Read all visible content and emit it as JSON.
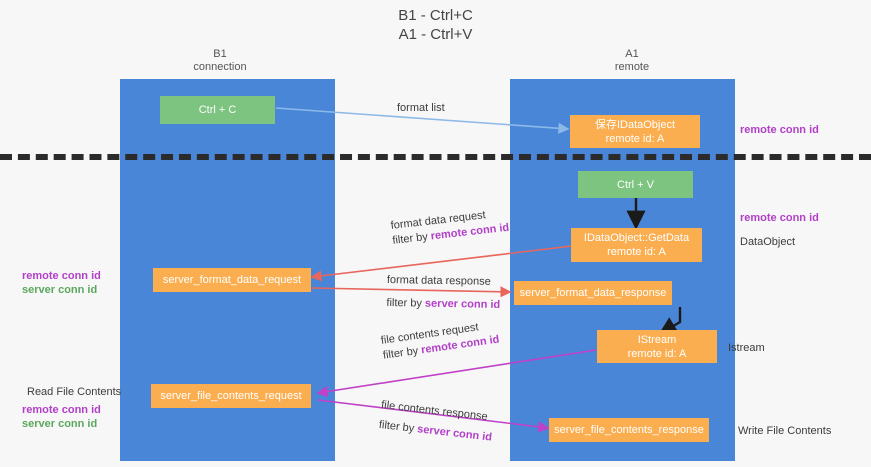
{
  "title": {
    "line1": "B1 - Ctrl+C",
    "line2": "A1 - Ctrl+V"
  },
  "columns": [
    {
      "name": "B1",
      "sub": "connection"
    },
    {
      "name": "A1",
      "sub": "remote"
    }
  ],
  "colors": {
    "lane": "#4a86d8",
    "green_box": "#7cc47f",
    "orange_box": "#fbae50",
    "divider": "#2b2b2b",
    "purple_text": "#b23fc8",
    "green_text": "#5aa85e",
    "arrow_blue": "#8cb9e8",
    "arrow_red": "#e8665c",
    "arrow_magenta": "#c040c8",
    "arrow_black": "#1a1a1a"
  },
  "nodes": {
    "ctrl_c": {
      "label": "Ctrl + C"
    },
    "ctrl_v": {
      "label": "Ctrl + V"
    },
    "save_dataobject": {
      "line1": "保存IDataObject",
      "line2": "remote id: A"
    },
    "getdata": {
      "line1": "IDataObject::GetData",
      "line2": "remote id: A"
    },
    "istream": {
      "line1": "IStream",
      "line2": "remote id: A"
    },
    "server_format_data_request": {
      "label": "server_format_data_request"
    },
    "server_format_data_response": {
      "label": "server_format_data_response"
    },
    "server_file_contents_request": {
      "label": "server_file_contents_request"
    },
    "server_file_contents_response": {
      "label": "server_file_contents_response"
    }
  },
  "edge_labels": {
    "format_list": "format list",
    "format_data_request": "format data request",
    "format_data_request_filter_prefix": "filter by ",
    "format_data_request_filter_key": "remote conn id",
    "format_data_response": "format data response",
    "format_data_response_filter_prefix": "filter by ",
    "format_data_response_filter_key": "server conn id",
    "file_contents_request": "file contents request",
    "file_contents_request_filter_prefix": "filter by ",
    "file_contents_request_filter_key": "remote conn id",
    "file_contents_response": "file contents response",
    "file_contents_response_filter_prefix": "filter by ",
    "file_contents_response_filter_key": "server conn id"
  },
  "annotations": {
    "right_top": "remote conn id",
    "right_mid_key": "remote conn id",
    "right_mid_label": "DataObject",
    "right_istream": "Istream",
    "right_write_file": "Write File Contents",
    "left_mid_key1": "remote conn id",
    "left_mid_key2": "server conn id",
    "left_read_file": "Read File Contents",
    "left_low_key1": "remote conn id",
    "left_low_key2": "server conn id"
  }
}
